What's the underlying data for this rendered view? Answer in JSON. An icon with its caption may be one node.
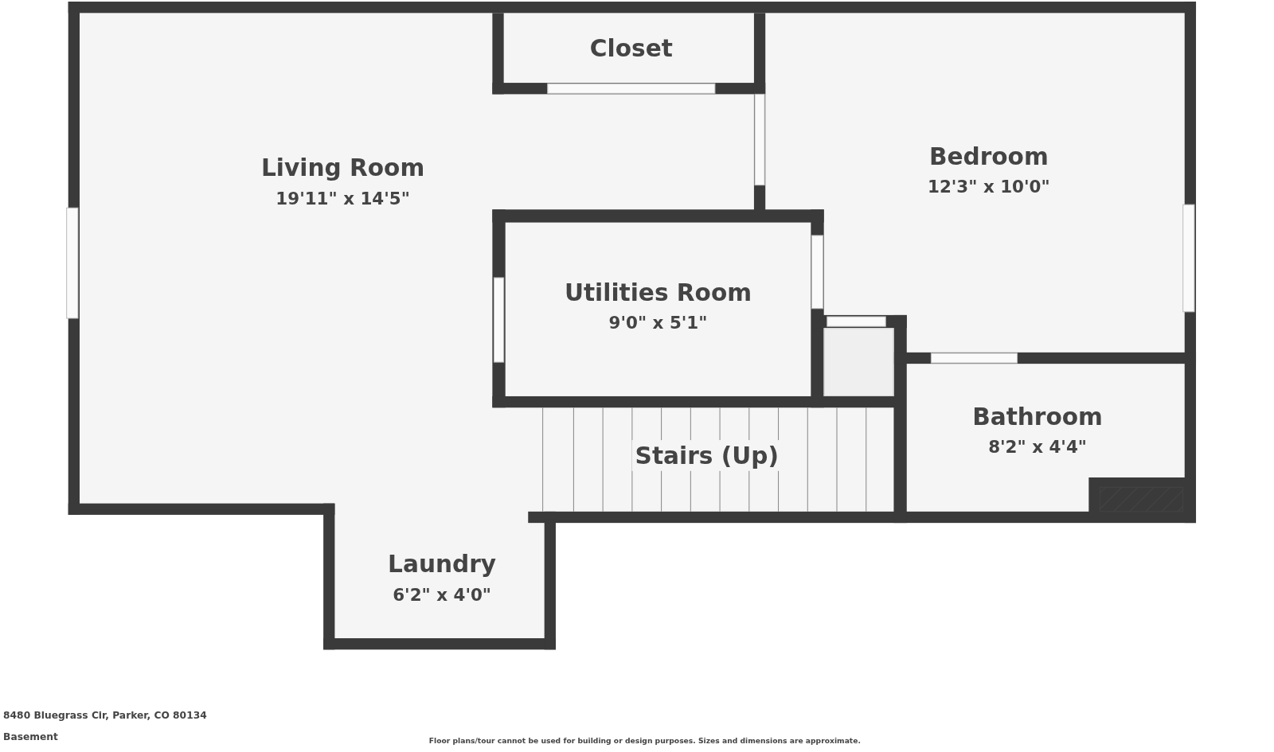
{
  "diagram": {
    "nodes": [
      {
        "text": [
          "Living Room",
          "19'11\" x 14'5\""
        ]
      },
      {
        "text": [
          "Closet"
        ]
      },
      {
        "text": [
          "Bedroom",
          "12'3\" x 10'0\""
        ]
      },
      {
        "text": [
          "Utilities Room",
          "9'0\" x 5'1\""
        ]
      },
      {
        "text": [],
        "shape": "box"
      },
      {
        "text": [
          "Bathroom",
          "8'2\" x 4'4\""
        ]
      },
      {
        "text": [
          "Stairs (Up)"
        ]
      },
      {
        "text": [
          "Laundry",
          "6'2\" x 4'0\""
        ]
      }
    ],
    "labels": [
      "8480 Bluegrass Cir, Parker, CO 80134",
      "Basement",
      "Floor plans/tour cannot be used for building or design purposes. Sizes and dimensions are approximate."
    ]
  }
}
